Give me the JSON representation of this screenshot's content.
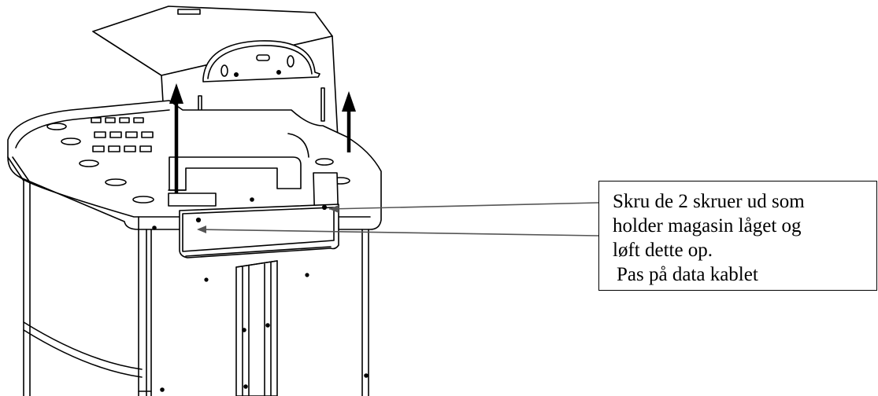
{
  "callout": {
    "lines": [
      "Skru de 2 skruer ud som",
      "holder magasin låget og",
      "løft dette op.",
      "Pas på data kablet"
    ]
  },
  "icons": {
    "lift_arrow": "arrow-up-icon",
    "pointer_line": "leader-line"
  }
}
